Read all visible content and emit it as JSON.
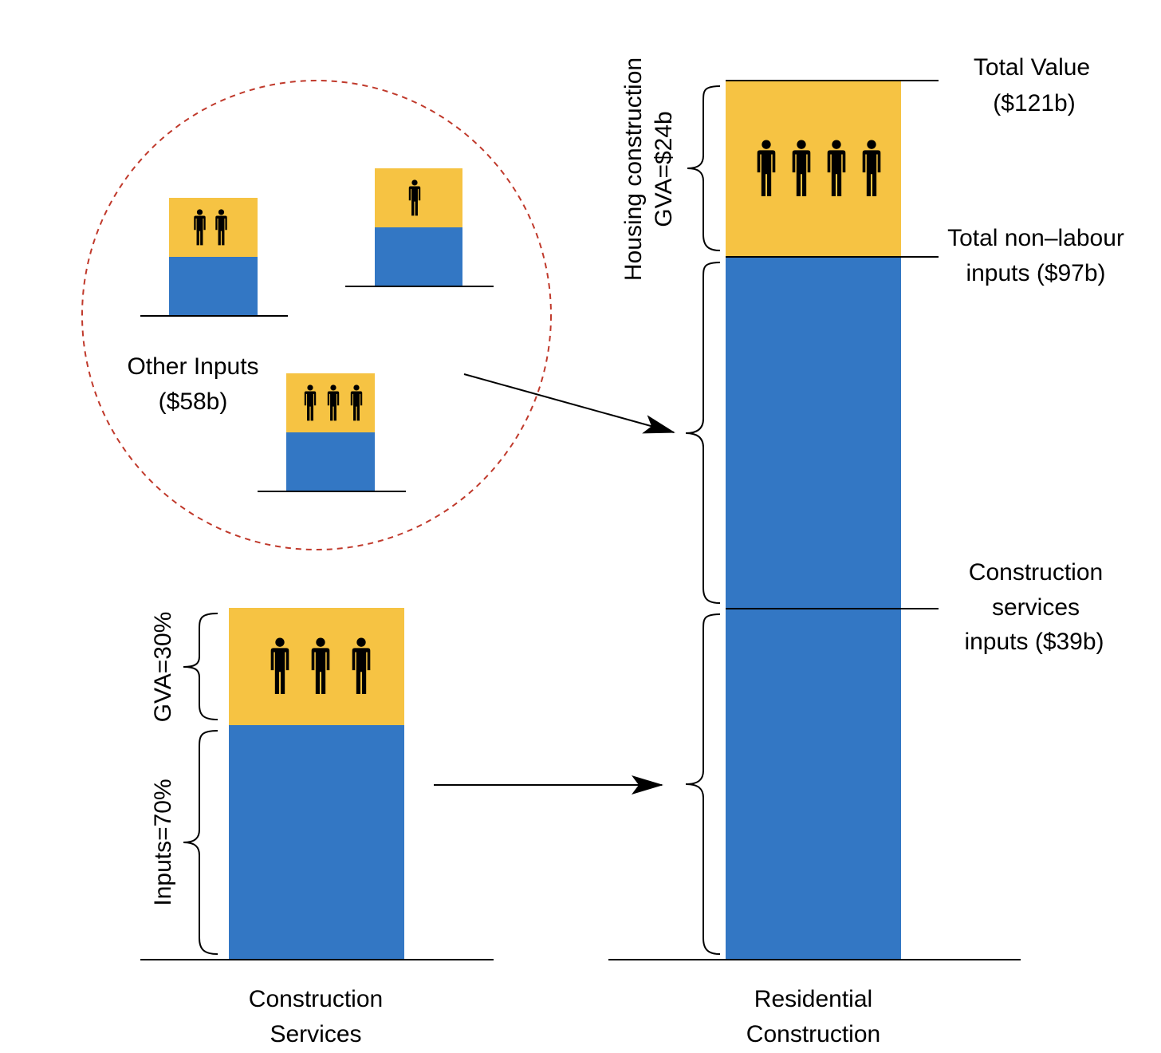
{
  "colors": {
    "labour": "#f6c343",
    "inputs": "#3377c4",
    "circle": "#c0392b",
    "line": "#000000"
  },
  "residential": {
    "label_line1": "Residential",
    "label_line2": "Construction",
    "gva_line1": "Housing construction",
    "gva_line2": "GVA=$24b",
    "total_line1": "Total Value",
    "total_line2": "($121b)",
    "nonlabour_line1": "Total non–labour",
    "nonlabour_line2": "inputs ($97b)",
    "services_line1": "Construction",
    "services_line2": "services",
    "services_line3": "inputs ($39b)",
    "workers": 4
  },
  "construction_services": {
    "label_line1": "Construction",
    "label_line2": "Services",
    "gva_label": "GVA=30%",
    "inputs_label": "Inputs=70%",
    "workers": 3
  },
  "other_inputs": {
    "label_line1": "Other Inputs",
    "label_line2": "($58b)",
    "mini_bar_workers": [
      2,
      1,
      3
    ]
  },
  "icons": {
    "worker": "person-icon",
    "arrow": "arrow-head-icon"
  }
}
